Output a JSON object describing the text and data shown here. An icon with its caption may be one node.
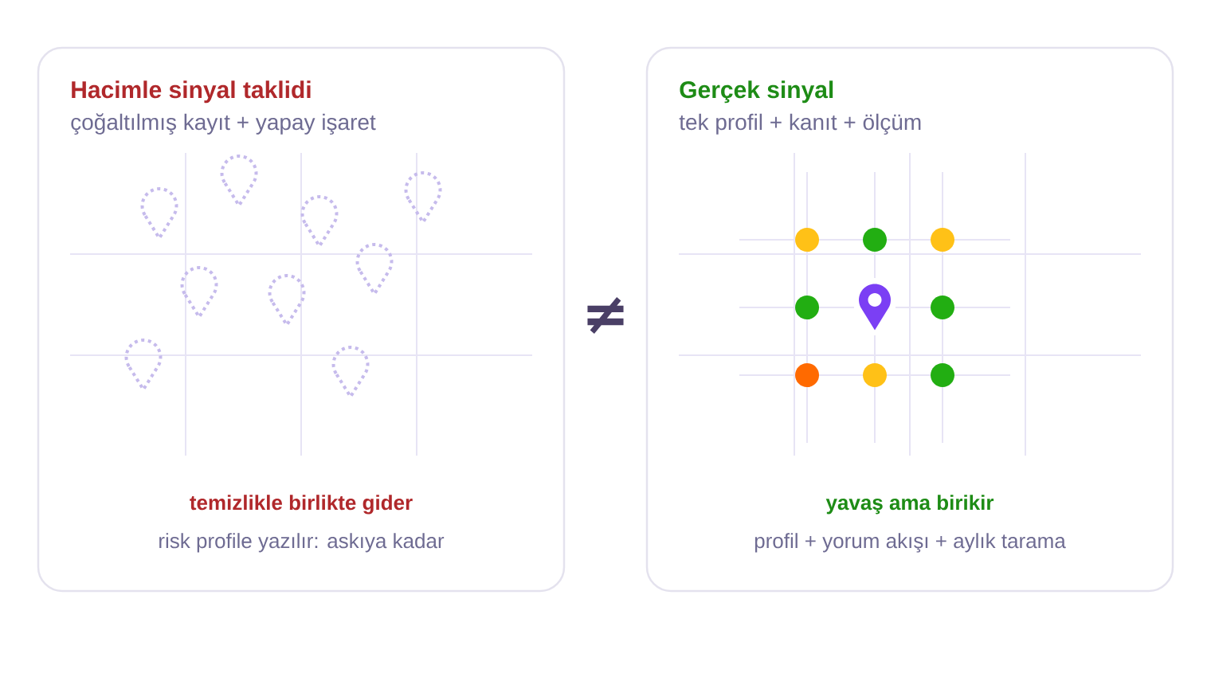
{
  "diagram": {
    "nodes": [
      {
        "text": [
          "Hacimle sinyal taklidi",
          "çoğaltılmış kayıt + yapay işaret",
          "temizlikle birlikte gider",
          "risk profile yazılır: askıya kadar"
        ]
      },
      {
        "text": [
          "Gerçek sinyal",
          "tek profil + kanıt + ölçüm",
          "yavaş ama birikir",
          "profil + yorum akışı + aylık tarama"
        ]
      }
    ],
    "labels": [
      "≠"
    ]
  }
}
